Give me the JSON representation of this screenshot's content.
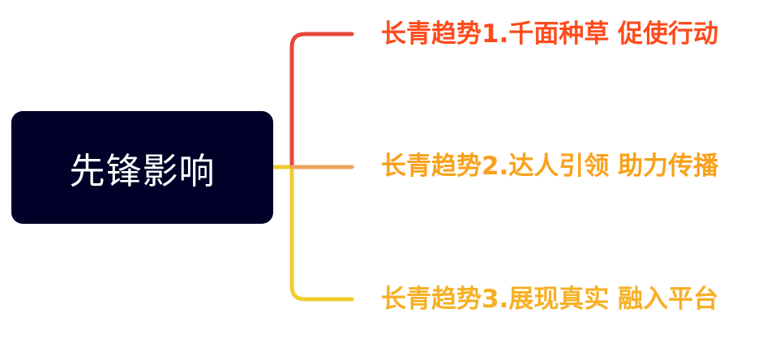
{
  "root": {
    "label": "先锋影响",
    "bg_color": "#000028",
    "text_color": "#ffffff"
  },
  "branches": [
    {
      "label": "长青趋势1.千面种草 促使行动",
      "color": "#ff4a1c",
      "line_color": "#e8463c"
    },
    {
      "label": "长青趋势2.达人引领 助力传播",
      "color": "#f9a11b",
      "line_color": "#eda35a"
    },
    {
      "label": "长青趋势3.展现真实 融入平台",
      "color": "#f6b024",
      "line_color": "#f0cc2e"
    }
  ]
}
